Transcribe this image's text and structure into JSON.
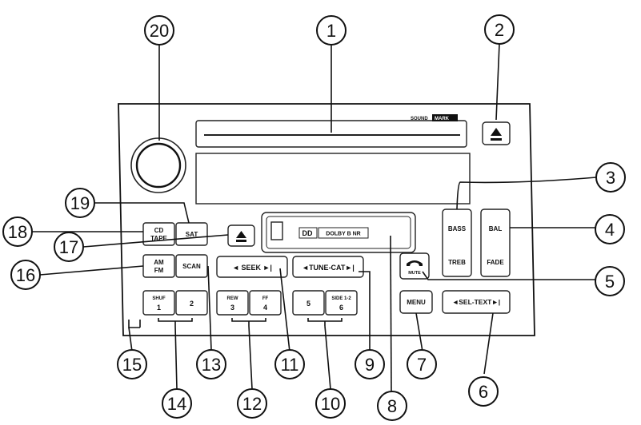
{
  "brand": {
    "prefix": "SOUND",
    "suffix": "MARK"
  },
  "buttons": {
    "cd_tape_1": "CD",
    "cd_tape_2": "TAPE",
    "sat": "SAT",
    "am_fm_1": "AM",
    "am_fm_2": "FM",
    "scan": "SCAN",
    "seek": "◄  SEEK  ►|",
    "tune_cat": "◄TUNE-CAT►|",
    "shuf_small": "SHUF",
    "preset_1": "1",
    "preset_2": "2",
    "rew_small": "REW",
    "preset_3": "3",
    "ff_small": "FF",
    "preset_4": "4",
    "preset_5": "5",
    "side_small": "SIDE 1-2",
    "preset_6": "6",
    "bass": "BASS",
    "treb": "TREB",
    "bal": "BAL",
    "fade": "FADE",
    "mute": "MUTE",
    "menu": "MENU",
    "sel_text": "◄SEL-TEXT►|",
    "dolby": "DOLBY B NR"
  },
  "callouts": [
    "1",
    "2",
    "3",
    "4",
    "5",
    "6",
    "7",
    "8",
    "9",
    "10",
    "11",
    "12",
    "13",
    "14",
    "15",
    "16",
    "17",
    "18",
    "19",
    "20"
  ]
}
